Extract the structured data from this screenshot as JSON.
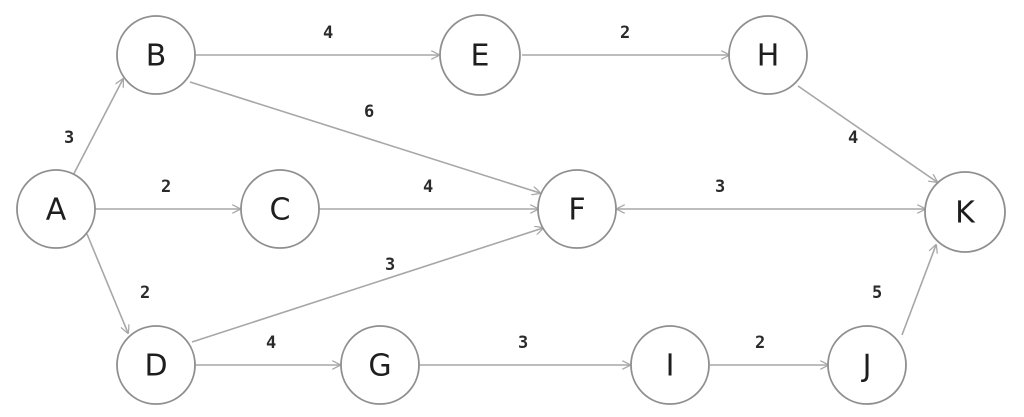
{
  "diagram": {
    "nodes": [
      {
        "id": "A",
        "label": "A"
      },
      {
        "id": "B",
        "label": "B"
      },
      {
        "id": "C",
        "label": "C"
      },
      {
        "id": "D",
        "label": "D"
      },
      {
        "id": "E",
        "label": "E"
      },
      {
        "id": "F",
        "label": "F"
      },
      {
        "id": "G",
        "label": "G"
      },
      {
        "id": "H",
        "label": "H"
      },
      {
        "id": "I",
        "label": "I"
      },
      {
        "id": "J",
        "label": "J"
      },
      {
        "id": "K",
        "label": "K"
      }
    ],
    "edges": [
      {
        "from": "A",
        "to": "B",
        "weight": "3"
      },
      {
        "from": "A",
        "to": "C",
        "weight": "2"
      },
      {
        "from": "A",
        "to": "D",
        "weight": "2"
      },
      {
        "from": "B",
        "to": "E",
        "weight": "4"
      },
      {
        "from": "B",
        "to": "F",
        "weight": "6"
      },
      {
        "from": "C",
        "to": "F",
        "weight": "4"
      },
      {
        "from": "D",
        "to": "F",
        "weight": "3"
      },
      {
        "from": "D",
        "to": "G",
        "weight": "4"
      },
      {
        "from": "E",
        "to": "H",
        "weight": "2"
      },
      {
        "from": "H",
        "to": "K",
        "weight": "4"
      },
      {
        "from": "F",
        "to": "K",
        "weight": "3"
      },
      {
        "from": "G",
        "to": "I",
        "weight": "3"
      },
      {
        "from": "I",
        "to": "J",
        "weight": "2"
      },
      {
        "from": "J",
        "to": "K",
        "weight": "5"
      }
    ]
  }
}
